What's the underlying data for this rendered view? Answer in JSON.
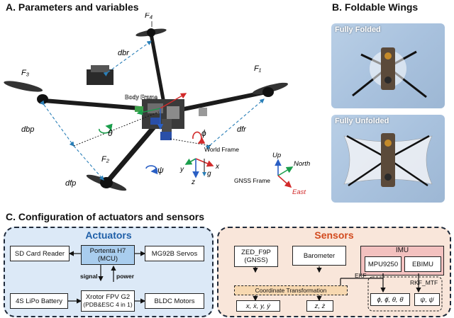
{
  "section_a": {
    "title": "A. Parameters and variables",
    "labels": {
      "f1": "F₁",
      "f2": "F₂",
      "f3": "F₃",
      "f4": "F₄",
      "d_br": "dbr",
      "d_bp": "dbp",
      "d_fr": "dfr",
      "d_fp": "dfp",
      "theta": "θ",
      "phi": "ϕ",
      "psi": "ψ",
      "body_frame": "Body Frame",
      "world_frame": "World Frame",
      "gnss_frame": "GNSS Frame",
      "axis_x": "x",
      "axis_y": "y",
      "axis_z": "z",
      "axis_g": "g",
      "up": "Up",
      "north": "North",
      "east": "East"
    }
  },
  "section_b": {
    "title": "B. Foldable Wings",
    "photo_top_label": "Fully Folded",
    "photo_bottom_label": "Fully Unfolded"
  },
  "section_c": {
    "title": "C. Configuration of actuators and sensors",
    "actuators": {
      "title": "Actuators",
      "sd_card": "SD Card Reader",
      "portenta_l1": "Portenta H7",
      "portenta_l2": "(MCU)",
      "servos": "MG92B Servos",
      "signal": "signal",
      "power": "power",
      "battery": "4S LiPo Battery",
      "xrotor_l1": "Xrotor FPV G2",
      "xrotor_l2": "(PDB&ESC 4 in 1)",
      "bldc": "BLDC Motors"
    },
    "sensors": {
      "title": "Sensors",
      "zed_l1": "ZED_F9P",
      "zed_l2": "(GNSS)",
      "barometer": "Barometer",
      "imu": "IMU",
      "mpu": "MPU9250",
      "ebimu": "EBIMU",
      "ekf": "EKF",
      "rkf": "RKF_MTF",
      "coord": "Coordinate Transformation",
      "out_pos": "x, ẋ, y, ẏ",
      "out_z": "z, ż",
      "out_att": "ϕ, ϕ̇, θ, θ̇",
      "out_yaw": "ψ, ψ̇"
    }
  },
  "colors": {
    "actuator_bg": "#dce9f7",
    "actuator_title": "#1f5fa8",
    "portenta_bg": "#a9cdee",
    "sensor_bg": "#f9e6da",
    "sensor_title": "#d24a1e",
    "imu_bg": "#f3c1bf",
    "coord_bg": "#f7d8b0",
    "axis_green": "#1a9e4b",
    "axis_blue": "#2a5fc4",
    "axis_red": "#d22a2a",
    "dim_blue": "#2a7fb8"
  }
}
